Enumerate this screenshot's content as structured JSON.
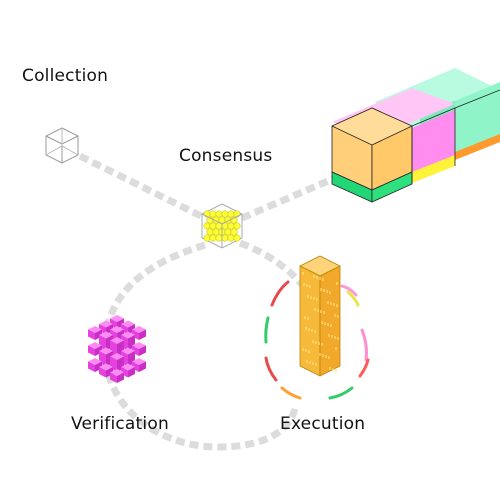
{
  "labels": {
    "collection": "Collection",
    "consensus": "Consensus",
    "verification": "Verification",
    "execution": "Execution"
  },
  "icons": {
    "collection": "wireframe-cube-icon",
    "consensus": "cube-of-yellow-spheres-icon",
    "blocks": "stacked-color-blocks-icon",
    "execution": "tall-orange-pillar-icon",
    "verification": "magenta-cube-cluster-icon"
  },
  "colors": {
    "connector": "#dcdcdc",
    "block_orange": "#ffcf7a",
    "block_pink": "#ff9df0",
    "block_mint": "#8ff5c8",
    "block_green": "#22d675",
    "block_yellow": "#fff23a",
    "pillar": "#f7b93a",
    "spheres": "#ffff33",
    "magenta": "#e441e0"
  }
}
